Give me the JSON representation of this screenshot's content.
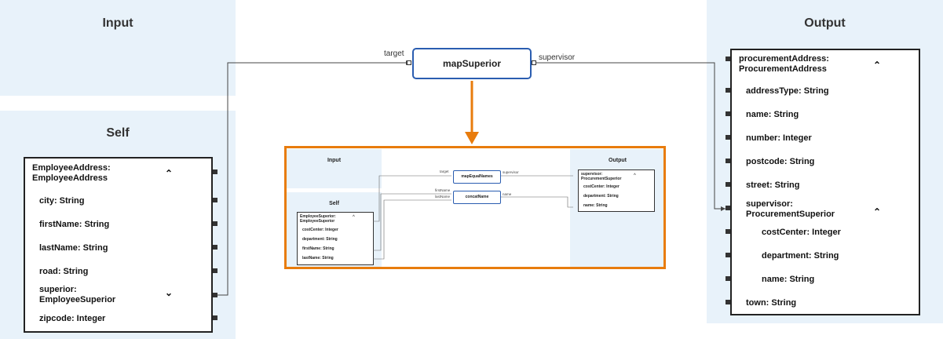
{
  "input_panel": {
    "title": "Input"
  },
  "self_panel": {
    "title": "Self",
    "header": "EmployeeAddress: EmployeeAddress",
    "fields": [
      "city: String",
      "firstName: String",
      "lastName: String",
      "road: String",
      "superior: EmployeeSuperior",
      "zipcode: Integer"
    ]
  },
  "function": {
    "label": "mapSuperior",
    "in_port": "target",
    "out_port": "supervisor"
  },
  "output_panel": {
    "title": "Output",
    "header": "procurementAddress: ProcurementAddress",
    "fields": [
      "addressType: String",
      "name: String",
      "number: Integer",
      "postcode: String",
      "street: String",
      "supervisor: ProcurementSuperior"
    ],
    "sub_fields": [
      "costCenter: Integer",
      "department: String",
      "name: String"
    ],
    "last_field": "town: String"
  },
  "preview": {
    "input_title": "Input",
    "self_title": "Self",
    "output_title": "Output",
    "self_header": "EmployeeSuperior: EmployeeSuperior",
    "self_fields": [
      "costCenter: Integer",
      "department: String",
      "firstName: String",
      "lastName: String"
    ],
    "functions": [
      "mapEqualNames",
      "concatName"
    ],
    "port_labels": [
      "target",
      "supervisor",
      "firstName",
      "lastName",
      "name"
    ],
    "output_header": "supervisor: ProcurementSuperior",
    "output_fields": [
      "costCenter: Integer",
      "department: String",
      "name: String"
    ]
  },
  "colors": {
    "panel_bg": "#e8f2fa",
    "function_border": "#2a5db0",
    "highlight": "#e87c0d"
  }
}
